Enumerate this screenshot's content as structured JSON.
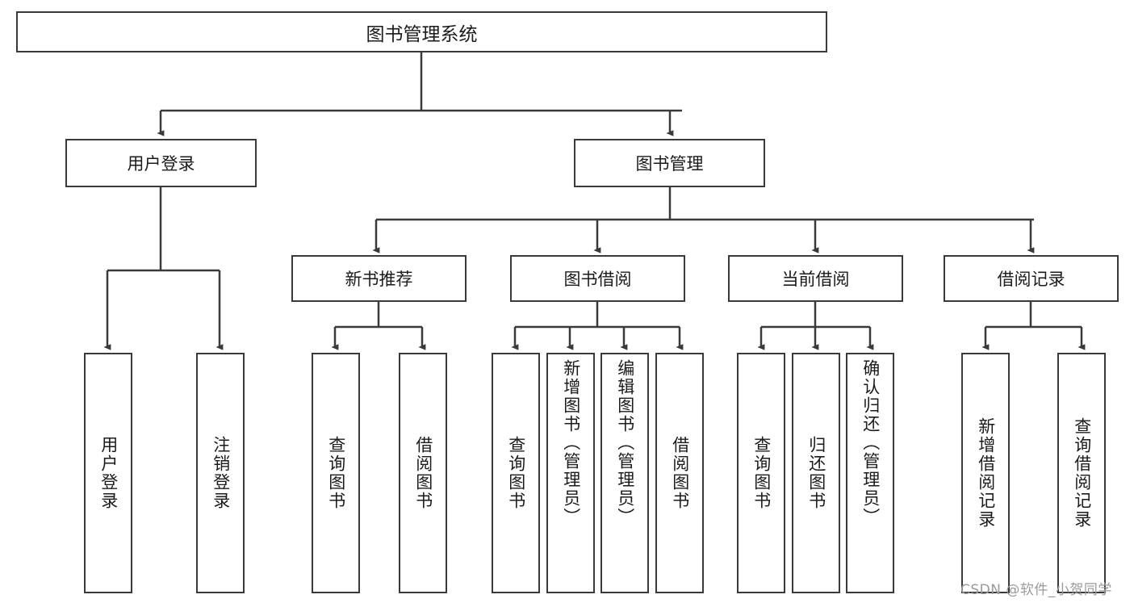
{
  "diagram": {
    "title": "图书管理系统",
    "type": "tree-hierarchy",
    "root": {
      "id": "root",
      "label": "图书管理系统"
    },
    "level1": [
      {
        "id": "user-login",
        "label": "用户登录"
      },
      {
        "id": "book-manage",
        "label": "图书管理"
      }
    ],
    "level2": [
      {
        "id": "new-book-recommend",
        "label": "新书推荐",
        "parent": "book-manage"
      },
      {
        "id": "book-borrow",
        "label": "图书借阅",
        "parent": "book-manage"
      },
      {
        "id": "current-borrow",
        "label": "当前借阅",
        "parent": "book-manage"
      },
      {
        "id": "borrow-record",
        "label": "借阅记录",
        "parent": "book-manage"
      }
    ],
    "leaves": {
      "user-login": [
        {
          "id": "leaf-user-login",
          "label": "用户登录"
        },
        {
          "id": "leaf-logout-login",
          "label": "注销登录"
        }
      ],
      "new-book-recommend": [
        {
          "id": "leaf-query-book-1",
          "label": "查询图书"
        },
        {
          "id": "leaf-borrow-book-1",
          "label": "借阅图书"
        }
      ],
      "book-borrow": [
        {
          "id": "leaf-query-book-2",
          "label": "查询图书"
        },
        {
          "id": "leaf-add-book-admin",
          "label": "新增图书（管理员）"
        },
        {
          "id": "leaf-edit-book-admin",
          "label": "编辑图书（管理员）"
        },
        {
          "id": "leaf-borrow-book-2",
          "label": "借阅图书"
        }
      ],
      "current-borrow": [
        {
          "id": "leaf-query-book-3",
          "label": "查询图书"
        },
        {
          "id": "leaf-return-book",
          "label": "归还图书"
        },
        {
          "id": "leaf-confirm-return-admin",
          "label": "确认归还（管理员）"
        }
      ],
      "borrow-record": [
        {
          "id": "leaf-add-borrow-record",
          "label": "新增借阅记录"
        },
        {
          "id": "leaf-query-borrow-record",
          "label": "查询借阅记录"
        }
      ]
    }
  },
  "watermark": {
    "text": "CSDN @软件_小贺同学"
  },
  "colors": {
    "stroke": "#3a3a3a",
    "background": "#ffffff",
    "text": "#1b1b1b",
    "watermark": "#9a9a9a"
  }
}
